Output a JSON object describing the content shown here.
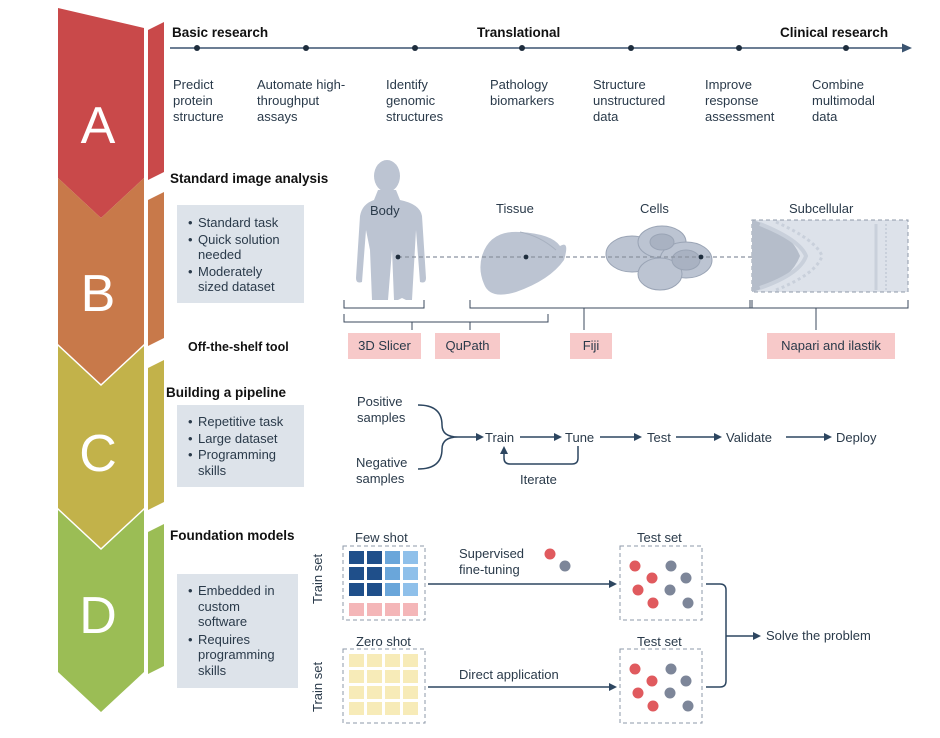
{
  "left_band": {
    "letters": [
      "A",
      "B",
      "C",
      "D"
    ],
    "colors": [
      "#c9494a",
      "#c8794a",
      "#c2b24a",
      "#9bbd55"
    ]
  },
  "timeline": {
    "left_label": "Basic research",
    "mid_label": "Translational",
    "right_label": "Clinical research",
    "steps": [
      "Predict\nprotein\nstructure",
      "Automate high-\nthroughput\nassays",
      "Identify\ngenomic\nstructures",
      "Pathology\nbiomarkers",
      "Structure\nunstructured\ndata",
      "Improve\nresponse\nassessment",
      "Combine\nmultimodal\ndata"
    ]
  },
  "section_b": {
    "title": "Standard image analysis",
    "bullets": [
      "Standard task",
      "Quick solution\nneeded",
      "Moderately\nsized dataset"
    ],
    "scales": [
      "Body",
      "Tissue",
      "Cells",
      "Subcellular"
    ],
    "tool_label": "Off-the-shelf tool",
    "tools": [
      "3D Slicer",
      "QuPath",
      "Fiji",
      "Napari and ilastik"
    ]
  },
  "section_c": {
    "title": "Building a pipeline",
    "bullets": [
      "Repetitive task",
      "Large dataset",
      "Programming\nskills"
    ],
    "inputs": [
      "Positive\nsamples",
      "Negative\nsamples"
    ],
    "steps": [
      "Train",
      "Tune",
      "Test",
      "Validate",
      "Deploy"
    ],
    "loop_label": "Iterate"
  },
  "section_d": {
    "title": "Foundation models",
    "bullets": [
      "Embedded in\ncustom\nsoftware",
      "Requires\nprogramming\nskills"
    ],
    "few_shot_label": "Few shot",
    "zero_shot_label": "Zero shot",
    "train_set_label": "Train set",
    "test_set_label": "Test set",
    "supervised_label": "Supervised\nfine-tuning",
    "direct_label": "Direct application",
    "outcome_label": "Solve the problem"
  }
}
